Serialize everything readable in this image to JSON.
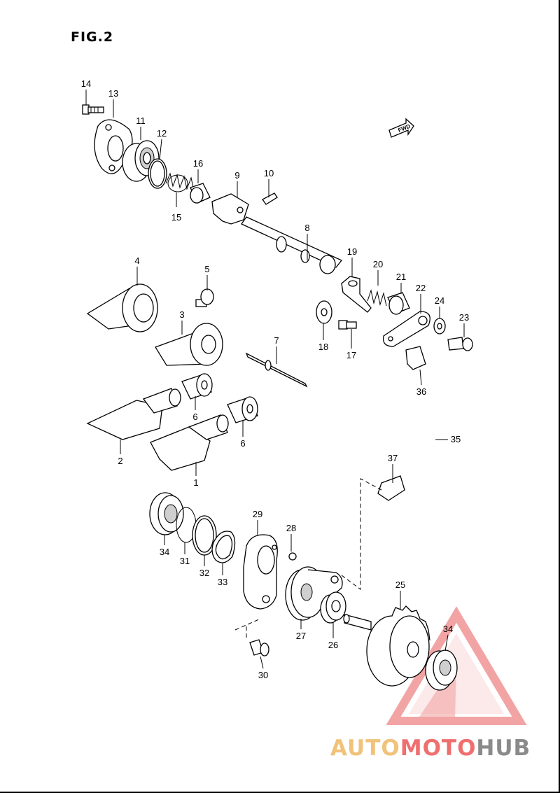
{
  "figure": {
    "title": "FIG.2"
  },
  "fwd_label": "FWD",
  "callouts": [
    "14",
    "13",
    "11",
    "12",
    "16",
    "9",
    "10",
    "15",
    "8",
    "4",
    "5",
    "19",
    "20",
    "21",
    "22",
    "24",
    "23",
    "3",
    "18",
    "17",
    "7",
    "36",
    "6",
    "6",
    "35",
    "2",
    "1",
    "37",
    "29",
    "28",
    "34",
    "31",
    "32",
    "33",
    "27",
    "26",
    "25",
    "34",
    "30"
  ],
  "watermark": {
    "part1": "AUTO",
    "part2": "MOTO",
    "part3": "HUB",
    "colors": [
      "#f1c27a",
      "#ef6f6f",
      "#8a8a8a"
    ]
  }
}
